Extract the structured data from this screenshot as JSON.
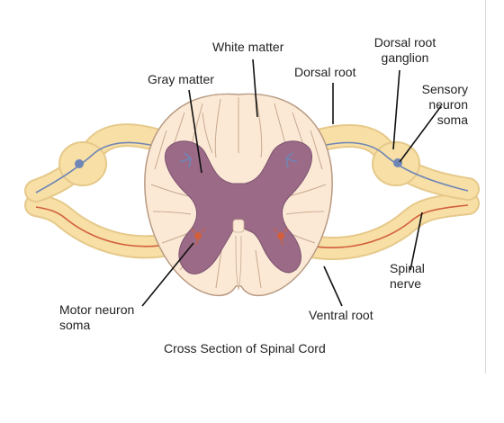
{
  "diagram": {
    "caption": "Cross Section of Spinal Cord",
    "labels": {
      "white_matter": "White matter",
      "gray_matter": "Gray matter",
      "dorsal_root": "Dorsal root",
      "dorsal_root_ganglion": "Dorsal root\nganglion",
      "sensory_neuron_soma": "Sensory\nneuron\nsoma",
      "spinal_nerve": "Spinal\nnerve",
      "ventral_root": "Ventral root",
      "motor_neuron_soma": "Motor neuron\nsoma"
    },
    "colors": {
      "white_matter": "#fbe9d6",
      "white_matter_lines": "#c8a98f",
      "gray_matter": "#9a6a86",
      "nerve_fill": "#f7dfa6",
      "sensory_axon": "#6f86b6",
      "motor_axon": "#d25f3c",
      "leader_line": "#111111"
    }
  }
}
